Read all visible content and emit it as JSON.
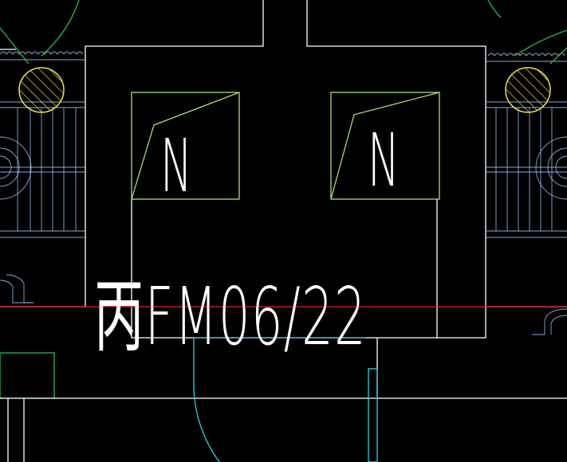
{
  "drawing": {
    "door_label": "丙FM06/22",
    "box_left_label": "N",
    "box_right_label": "N"
  },
  "colors": {
    "background": "#000000",
    "wall": "#ffffff",
    "door_swing": "#a8e070",
    "cyan_line": "#30d0e0",
    "red_line": "#e02020",
    "column_circle": "#f0e040"
  }
}
